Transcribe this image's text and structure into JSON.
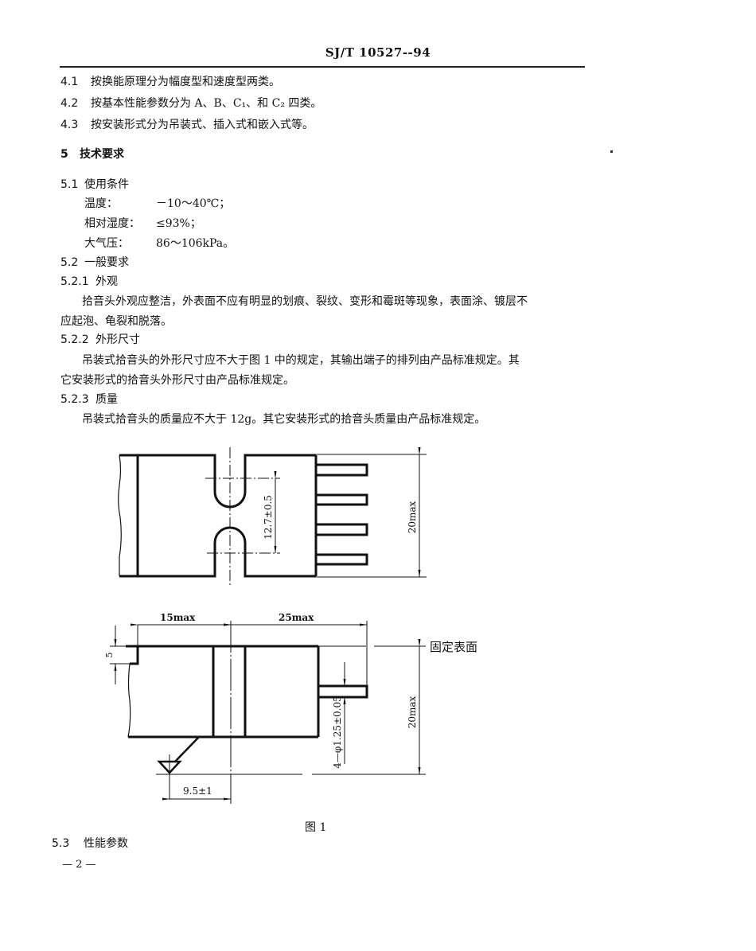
{
  "header": {
    "standard_code": "SJ/T 10527--94"
  },
  "section4": [
    {
      "num": "4.1",
      "text": "按换能原理分为幅度型和速度型两类。"
    },
    {
      "num": "4.2",
      "text": "按基本性能参数分为 A、B、C₁、和 C₂ 四类。"
    },
    {
      "num": "4.3",
      "text": "按安装形式分为吊装式、插入式和嵌入式等。"
    }
  ],
  "section5": {
    "num": "5",
    "title": "技术要求",
    "s5_1": {
      "num": "5.1",
      "title": "使用条件",
      "conditions": [
        {
          "label": "温度：",
          "value": "－10～40℃；"
        },
        {
          "label": "相对湿度：",
          "value": "≤93%；"
        },
        {
          "label": "大气压：",
          "value": "86～106kPa。"
        }
      ]
    },
    "s5_2": {
      "num": "5.2",
      "title": "一般要求"
    },
    "s5_2_1": {
      "num": "5.2.1",
      "title": "外观",
      "para_line1": "拾音头外观应整洁，外表面不应有明显的划痕、裂纹、变形和霉斑等现象，表面涂、镀层不",
      "para_line2": "应起泡、龟裂和脱落。"
    },
    "s5_2_2": {
      "num": "5.2.2",
      "title": "外形尺寸",
      "para_line1": "吊装式拾音头的外形尺寸应不大于图 1 中的规定，其输出端子的排列由产品标准规定。其",
      "para_line2": "它安装形式的拾音头外形尺寸由产品标准规定。"
    },
    "s5_2_3": {
      "num": "5.2.3",
      "title": "质量",
      "para_line1": "吊装式拾音头的质量应不大于 12g。其它安装形式的拾音头质量由产品标准规定。"
    },
    "s5_3": {
      "num": "5.3",
      "title": "性能参数"
    }
  },
  "figure": {
    "caption": "图 1",
    "top_view": {
      "dim_slot_spacing": "12.7±0.5",
      "dim_height": "20max"
    },
    "side_view": {
      "dim_left_length": "15max",
      "dim_right_length": "25max",
      "dim_step": "5",
      "dim_height": "20max",
      "dim_pin_diameter": "4—φ1.25±0.05",
      "dim_datum_offset": "9.5±1",
      "mounting_surface_label": "固定表面"
    }
  },
  "footer": {
    "page_number": "— 2 —"
  }
}
